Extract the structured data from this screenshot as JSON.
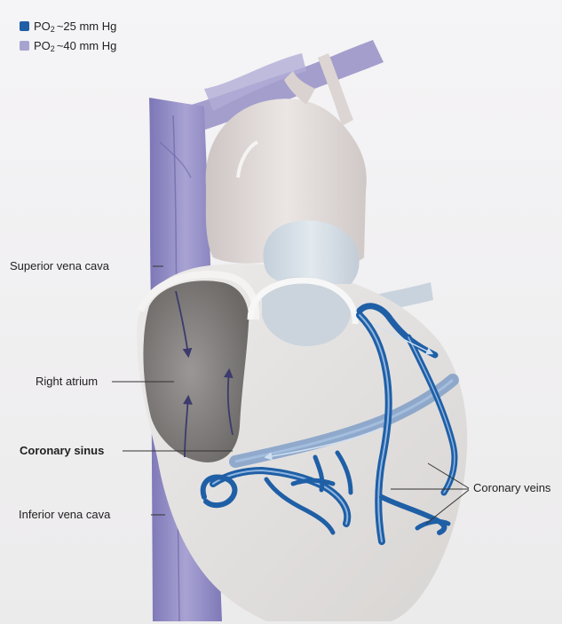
{
  "legend": {
    "items": [
      {
        "symbol": "PO",
        "subscript": "2",
        "value": "~25 mm Hg",
        "color": "#1f5fa6"
      },
      {
        "symbol": "PO",
        "subscript": "2",
        "value": "~40 mm Hg",
        "color": "#a7a3d0"
      }
    ]
  },
  "labels": {
    "superior_vena_cava": "Superior vena cava",
    "right_atrium": "Right atrium",
    "coronary_sinus": "Coronary sinus",
    "inferior_vena_cava": "Inferior vena cava",
    "coronary_veins": "Coronary veins"
  },
  "colors": {
    "deoxygenated_vein": "#1f5fa6",
    "mixed_vein": "#8d87c2",
    "heart_tissue": "#e6e3e2",
    "aorta": "#ddd7d6",
    "pulmonary_artery": "#d2dbe4"
  }
}
